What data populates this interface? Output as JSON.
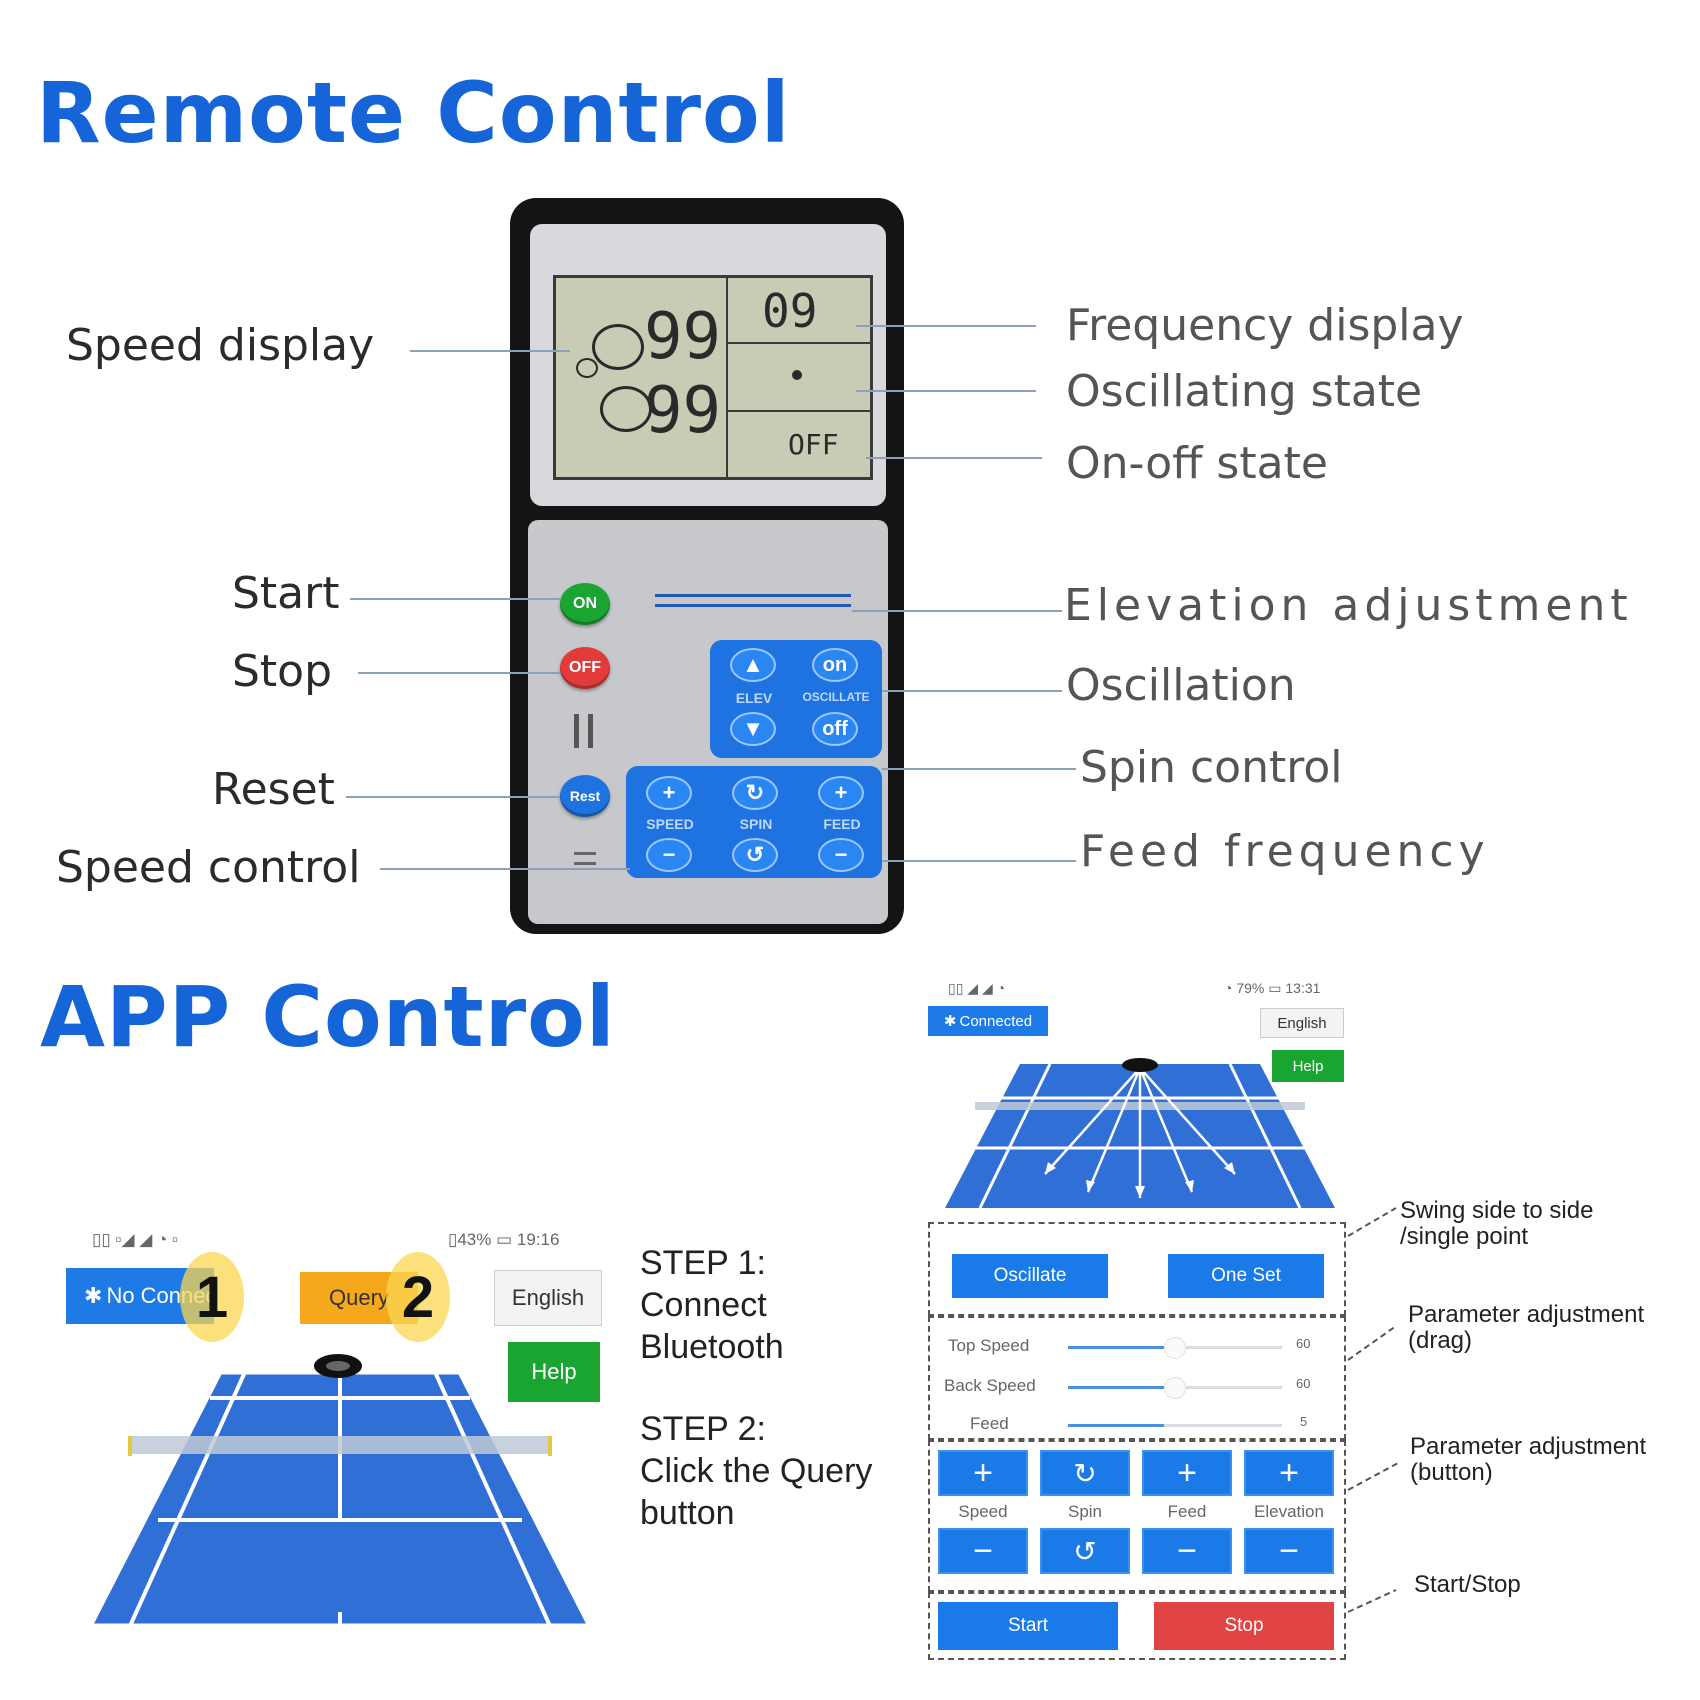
{
  "titles": {
    "remote": "Remote Control",
    "app": "APP Control"
  },
  "remote": {
    "left_labels": [
      "Speed  display",
      "Start",
      "Stop",
      "Reset",
      "Speed control"
    ],
    "right_labels": [
      "Frequency display",
      "Oscillating state",
      "On-off state",
      "Elevation adjustment",
      "Oscillation",
      "Spin control",
      "Feed frequency"
    ],
    "lcd": {
      "speed_top": "99",
      "speed_bottom": "99",
      "frequency": "09",
      "onoff": "OFF"
    },
    "buttons": {
      "on": "ON",
      "off": "OFF",
      "reset": "Rest",
      "osc_on": "on",
      "osc_off": "off"
    },
    "pad_labels": {
      "elev": "ELEV",
      "oscillate": "OSCILLATE",
      "speed": "SPEED",
      "spin": "SPIN",
      "feed": "FEED"
    }
  },
  "app_left": {
    "status_left": "▯▯ ▫◢ ◢ ◔ ▫",
    "status_right": "▯43% ▭ 19:16",
    "bluetooth": "No Connect",
    "query": "Query",
    "english": "English",
    "help": "Help",
    "num1": "1",
    "num2": "2"
  },
  "steps": {
    "step1": [
      "STEP 1:",
      "Connect",
      "Bluetooth"
    ],
    "step2": [
      "STEP 2:",
      "Click the Query",
      "button"
    ]
  },
  "app_right": {
    "status_left": "▯▯ ◢ ◢ ◔",
    "status_right": "◔ 79% ▭ 13:31",
    "bluetooth": "Connected",
    "english": "English",
    "help": "Help",
    "oscillate": "Oscillate",
    "one_set": "One Set",
    "sliders": [
      {
        "label": "Top Speed",
        "value": "60",
        "level": 0.45
      },
      {
        "label": "Back Speed",
        "value": "60",
        "level": 0.45
      },
      {
        "label": "Feed",
        "value": "5",
        "level": 0.45
      }
    ],
    "param_labels": [
      "Speed",
      "Spin",
      "Feed",
      "Elevation"
    ],
    "start": "Start",
    "stop": "Stop",
    "notes": {
      "swing": [
        "Swing side to side",
        "/single point"
      ],
      "drag": [
        "Parameter adjustment",
        "(drag)"
      ],
      "button": [
        "Parameter adjustment",
        "(button)"
      ],
      "startstop": "Start/Stop"
    }
  },
  "colors": {
    "blue": "#1565d8",
    "green": "#1aa532",
    "red": "#e04040",
    "orange": "#f5a81c",
    "court": "#2f6fd6"
  }
}
